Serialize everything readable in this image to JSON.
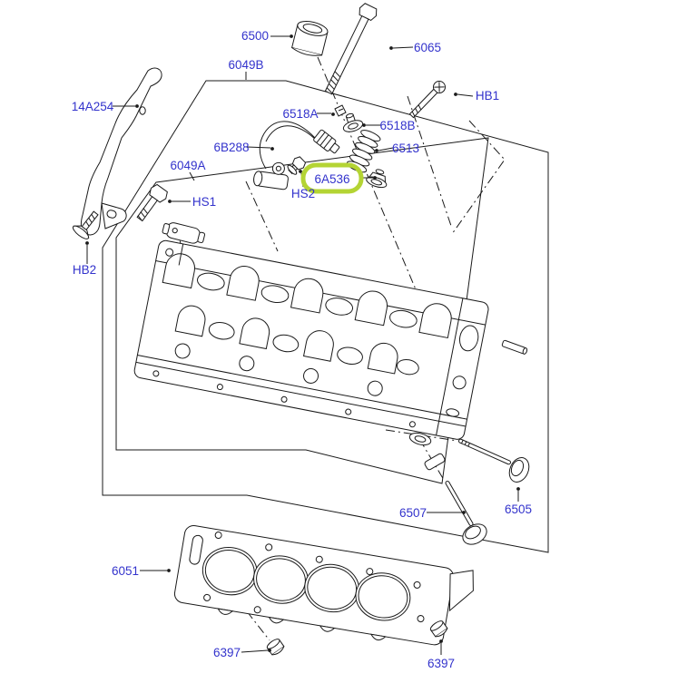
{
  "diagram": {
    "type": "exploded-parts-diagram",
    "subject": "cylinder head assembly",
    "label_color": "#3333cc",
    "line_color": "#1a1a1a",
    "highlight_color": "#b4d434",
    "highlighted_part": "6A536"
  },
  "labels": [
    {
      "id": "6500",
      "text": "6500",
      "highlighted": false
    },
    {
      "id": "6065",
      "text": "6065",
      "highlighted": false
    },
    {
      "id": "6049B",
      "text": "6049B",
      "highlighted": false
    },
    {
      "id": "HB1",
      "text": "HB1",
      "highlighted": false
    },
    {
      "id": "14A254",
      "text": "14A254",
      "highlighted": false
    },
    {
      "id": "6518A",
      "text": "6518A",
      "highlighted": false
    },
    {
      "id": "6518B",
      "text": "6518B",
      "highlighted": false
    },
    {
      "id": "6B288",
      "text": "6B288",
      "highlighted": false
    },
    {
      "id": "6513",
      "text": "6513",
      "highlighted": false
    },
    {
      "id": "6049A",
      "text": "6049A",
      "highlighted": false
    },
    {
      "id": "HS1",
      "text": "HS1",
      "highlighted": false
    },
    {
      "id": "HS2",
      "text": "HS2",
      "highlighted": false
    },
    {
      "id": "6A536",
      "text": "6A536",
      "highlighted": true
    },
    {
      "id": "HB2",
      "text": "HB2",
      "highlighted": false
    },
    {
      "id": "6507",
      "text": "6507",
      "highlighted": false
    },
    {
      "id": "6505",
      "text": "6505",
      "highlighted": false
    },
    {
      "id": "6051",
      "text": "6051",
      "highlighted": false
    },
    {
      "id": "6397L",
      "text": "6397",
      "highlighted": false
    },
    {
      "id": "6397R",
      "text": "6397",
      "highlighted": false
    }
  ]
}
